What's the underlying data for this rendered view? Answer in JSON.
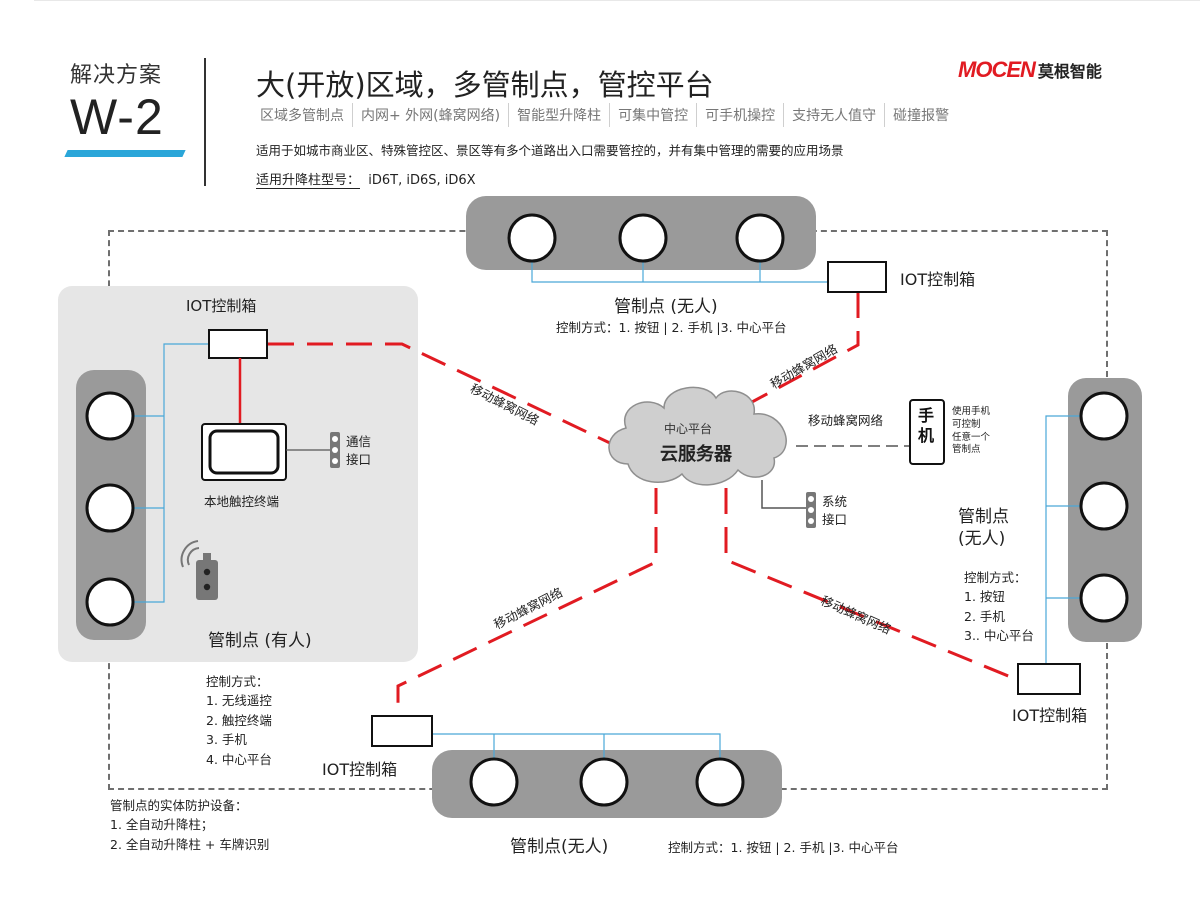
{
  "header": {
    "solution_label": "解决方案",
    "solution_code": "W-2",
    "main_title": "大(开放)区域，多管制点，管控平台",
    "logo_text": "MOCEN",
    "logo_cn": "莫根智能",
    "tags": [
      "区域多管制点",
      "内网+ 外网(蜂窝网络)",
      "智能型升降柱",
      "可集中管控",
      "可手机操控",
      "支持无人值守",
      "碰撞报警"
    ],
    "description": "适用于如城市商业区、特殊管控区、景区等有多个道路出入口需要管控的，并有集中管理的需要的应用场景",
    "models_label": "适用升降柱型号：",
    "models_value": "iD6T, iD6S, iD6X"
  },
  "diagram": {
    "cloud": {
      "sub": "中心平台",
      "main": "云服务器"
    },
    "top_point": {
      "title": "管制点 (无人)",
      "control": "控制方式：1. 按钮  | 2. 手机  |3. 中心平台",
      "iot": "IOT控制箱"
    },
    "left_point": {
      "title": "管制点 (有人)",
      "iot": "IOT控制箱",
      "terminal": "本地触控终端",
      "comm_1": "通信",
      "comm_2": "接口",
      "control_title": "控制方式：",
      "control_1": "1. 无线遥控",
      "control_2": "2. 触控终端",
      "control_3": "3. 手机",
      "control_4": "4. 中心平台"
    },
    "right_point": {
      "title_1": "管制点",
      "title_2": "(无人)",
      "iot": "IOT控制箱",
      "control_title": "控制方式：",
      "control_1": "1. 按钮",
      "control_2": "2. 手机",
      "control_3": "3.. 中心平台"
    },
    "bottom_point": {
      "title": "管制点(无人)",
      "control": "控制方式：1. 按钮  | 2. 手机  |3. 中心平台",
      "iot": "IOT控制箱"
    },
    "phone": {
      "glyph_1": "手",
      "glyph_2": "机",
      "note_1": "使用手机",
      "note_2": "可控制",
      "note_3": "任意一个",
      "note_4": "管制点"
    },
    "sys_comm": {
      "line_1": "系统",
      "line_2": "接口"
    },
    "network_label": "移动蜂窝网络",
    "footer": {
      "title": "管制点的实体防护设备：",
      "item_1": "1. 全自动升降柱；",
      "item_2": "2. 全自动升降柱 + 车牌识别"
    }
  },
  "colors": {
    "accent_blue": "#2aa6d9",
    "link_red": "#e11b22",
    "bollard_bar": "#9a9a9a",
    "zone_bg": "#e6e6e6",
    "wire_blue": "#4aa8d8"
  }
}
